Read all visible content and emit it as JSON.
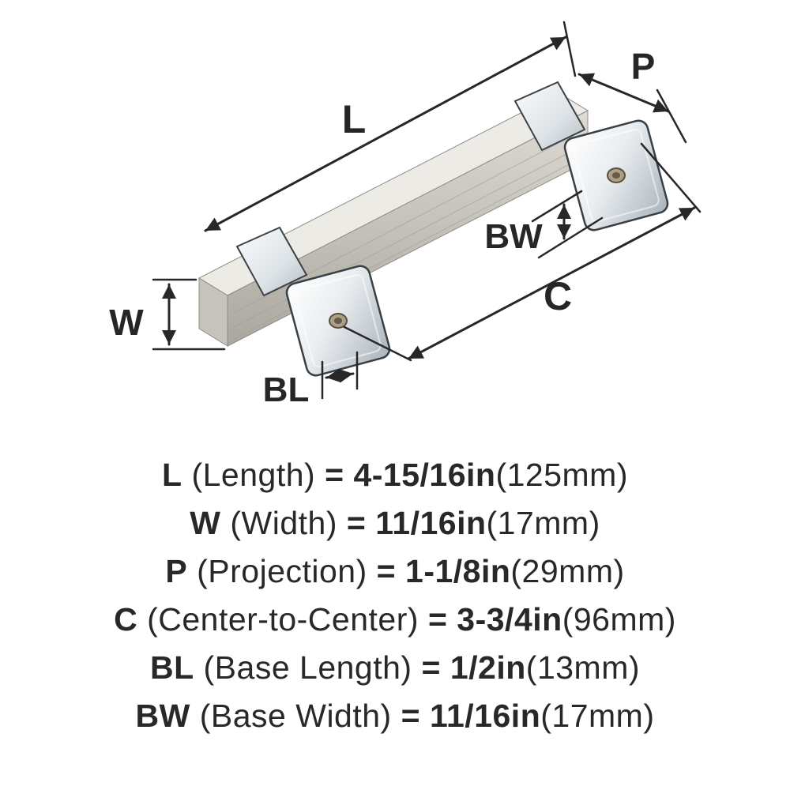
{
  "diagram": {
    "dimension_labels": {
      "L": "L",
      "P": "P",
      "W": "W",
      "BW": "BW",
      "C": "C",
      "BL": "BL"
    },
    "colors": {
      "background": "#ffffff",
      "line": "#272727",
      "nickel": "#c9c6bf",
      "chrome": "#dfe4e8"
    }
  },
  "specs": {
    "rows": [
      {
        "key": "L",
        "name": "(Length)",
        "equals": "=",
        "value": "4-15/16in",
        "metric": "(125mm)"
      },
      {
        "key": "W",
        "name": "(Width)",
        "equals": "=",
        "value": "11/16in",
        "metric": "(17mm)"
      },
      {
        "key": "P",
        "name": "(Projection)",
        "equals": "=",
        "value": "1-1/8in",
        "metric": "(29mm)"
      },
      {
        "key": "C",
        "name": "(Center-to-Center)",
        "equals": "=",
        "value": "3-3/4in",
        "metric": "(96mm)"
      },
      {
        "key": "BL",
        "name": "(Base Length)",
        "equals": "=",
        "value": "1/2in",
        "metric": "(13mm)"
      },
      {
        "key": "BW",
        "name": "(Base Width)",
        "equals": "=",
        "value": "11/16in",
        "metric": "(17mm)"
      }
    ]
  }
}
